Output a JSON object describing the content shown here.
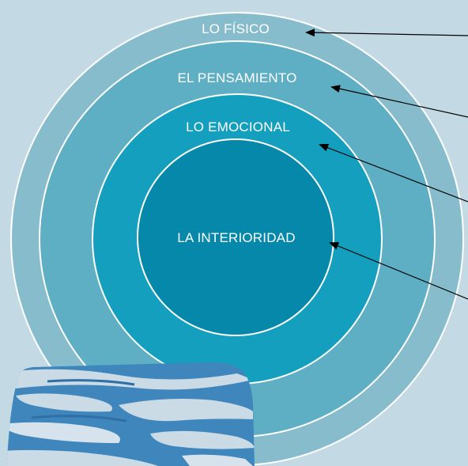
{
  "colors": {
    "background": "#c3dae5",
    "ring_outer": "#86bccc",
    "ring_second": "#5eaec4",
    "ring_third": "#149fbf",
    "core": "#0588aa",
    "ring_stroke": "#ffffff",
    "arrow": "#000000",
    "image_dark_water": "#3f86bd",
    "image_light_water": "#cbdbe6"
  },
  "layers": [
    {
      "id": "fisico",
      "label": "LO FÍSICO"
    },
    {
      "id": "pensamiento",
      "label": "EL PENSAMIENTO"
    },
    {
      "id": "emocional",
      "label": "LO EMOCIONAL"
    },
    {
      "id": "interioridad",
      "label": "LA INTERIORIDAD"
    }
  ],
  "image": {
    "icon": "water-texture-image"
  }
}
